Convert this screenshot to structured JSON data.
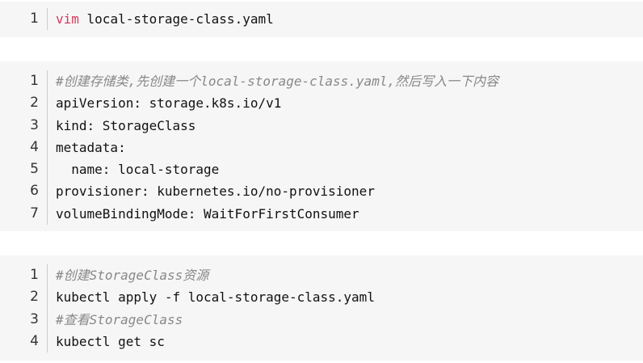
{
  "blocks": [
    {
      "lines": [
        {
          "num": "1",
          "keyword": "vim",
          "text": " local-storage-class.yaml"
        }
      ]
    },
    {
      "lines": [
        {
          "num": "1",
          "comment": "#创建存储类,先创建一个local-storage-class.yaml,然后写入一下内容"
        },
        {
          "num": "2",
          "text": "apiVersion: storage.k8s.io/v1"
        },
        {
          "num": "3",
          "text": "kind: StorageClass"
        },
        {
          "num": "4",
          "text": "metadata:"
        },
        {
          "num": "5",
          "text": "  name: local-storage"
        },
        {
          "num": "6",
          "text": "provisioner: kubernetes.io/no-provisioner"
        },
        {
          "num": "7",
          "text": "volumeBindingMode: WaitForFirstConsumer"
        }
      ]
    },
    {
      "lines": [
        {
          "num": "1",
          "comment": "#创建StorageClass资源"
        },
        {
          "num": "2",
          "text": "kubectl apply -f local-storage-class.yaml"
        },
        {
          "num": "3",
          "comment": "#查看StorageClass"
        },
        {
          "num": "4",
          "text": "kubectl get sc"
        }
      ]
    }
  ]
}
